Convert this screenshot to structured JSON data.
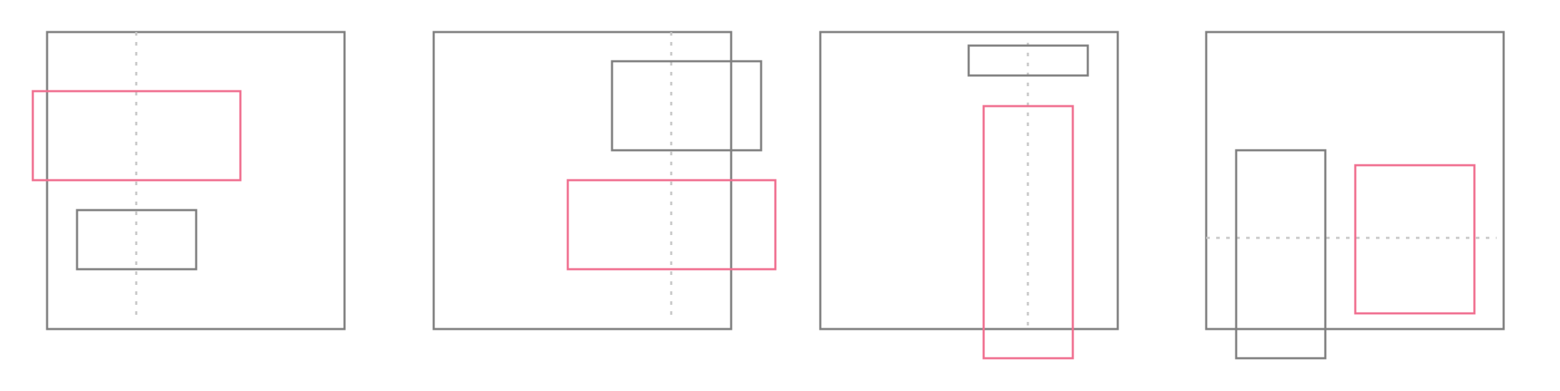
{
  "colors": {
    "background": "#ffffff",
    "frame": "#808080",
    "box": "#808080",
    "highlight": "#f07090",
    "guide": "#c8c8c8"
  },
  "panels": [
    {
      "name": "panel-1",
      "guide": "vertical",
      "boxes": [
        {
          "name": "highlight-box",
          "highlight": true
        },
        {
          "name": "reference-box",
          "highlight": false
        }
      ]
    },
    {
      "name": "panel-2",
      "guide": "vertical",
      "boxes": [
        {
          "name": "reference-box",
          "highlight": false
        },
        {
          "name": "highlight-box",
          "highlight": true
        }
      ]
    },
    {
      "name": "panel-3",
      "guide": "vertical",
      "boxes": [
        {
          "name": "reference-box",
          "highlight": false
        },
        {
          "name": "highlight-box",
          "highlight": true
        }
      ]
    },
    {
      "name": "panel-4",
      "guide": "horizontal",
      "boxes": [
        {
          "name": "reference-box",
          "highlight": false
        },
        {
          "name": "highlight-box",
          "highlight": true
        }
      ]
    }
  ]
}
